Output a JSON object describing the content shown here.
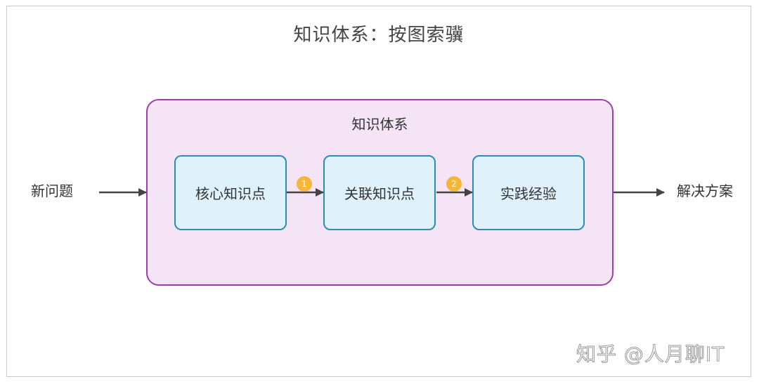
{
  "title": "知识体系：按图索骥",
  "group": {
    "label": "知识体系"
  },
  "input": {
    "label": "新问题"
  },
  "output": {
    "label": "解决方案"
  },
  "nodes": [
    {
      "label": "核心知识点"
    },
    {
      "label": "关联知识点"
    },
    {
      "label": "实践经验"
    }
  ],
  "steps": [
    "1",
    "2"
  ],
  "watermark": "知乎 @人月聊IT",
  "colors": {
    "group_fill": "#f4e4f6",
    "group_border": "#9c3fa6",
    "node_fill": "#dff2fb",
    "node_border": "#2c8db4",
    "badge": "#f4b63b",
    "arrow": "#444444"
  }
}
